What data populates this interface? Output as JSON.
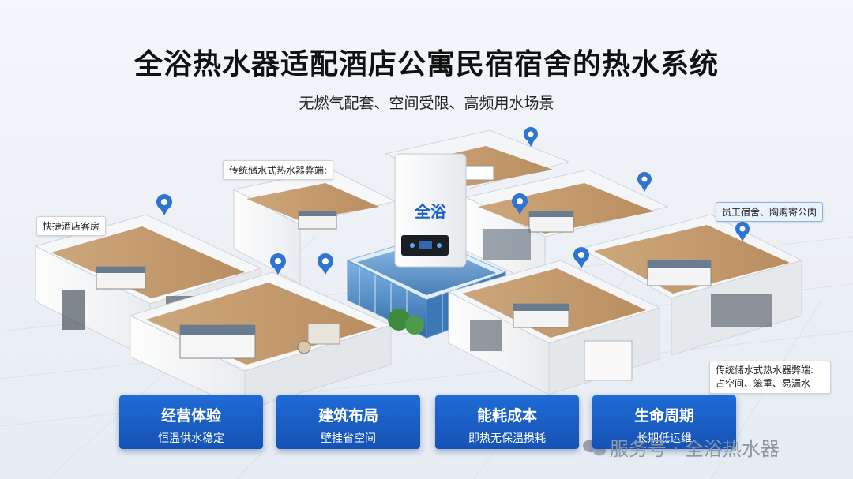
{
  "title": "全浴热水器适配酒店公寓民宿宿舍的热水系统",
  "subtitle": "无燃气配套、空间受限、高频用水场景",
  "heater_logo": "全浴",
  "labels": {
    "quick_hotel": "快捷酒店客房",
    "traditional_top": "传统储水式热水器弊端:",
    "staff_dorm": "员工宿舍、陶购寄公肉",
    "traditional_bottom_1": "传统储水式热水器弊端:",
    "traditional_bottom_2": "占空间、笨重、易漏水"
  },
  "cards": [
    {
      "title": "经营体验",
      "sub": "恒温供水稳定"
    },
    {
      "title": "建筑布局",
      "sub": "壁挂省空间"
    },
    {
      "title": "能耗成本",
      "sub": "即热无保温损耗"
    },
    {
      "title": "生命周期",
      "sub": "长期低运维"
    }
  ],
  "watermark": "服务号 · 全浴热水器",
  "colors": {
    "accent": "#1a5fc8",
    "pin": "#2f74d0",
    "pool": "#bfe0f7"
  }
}
